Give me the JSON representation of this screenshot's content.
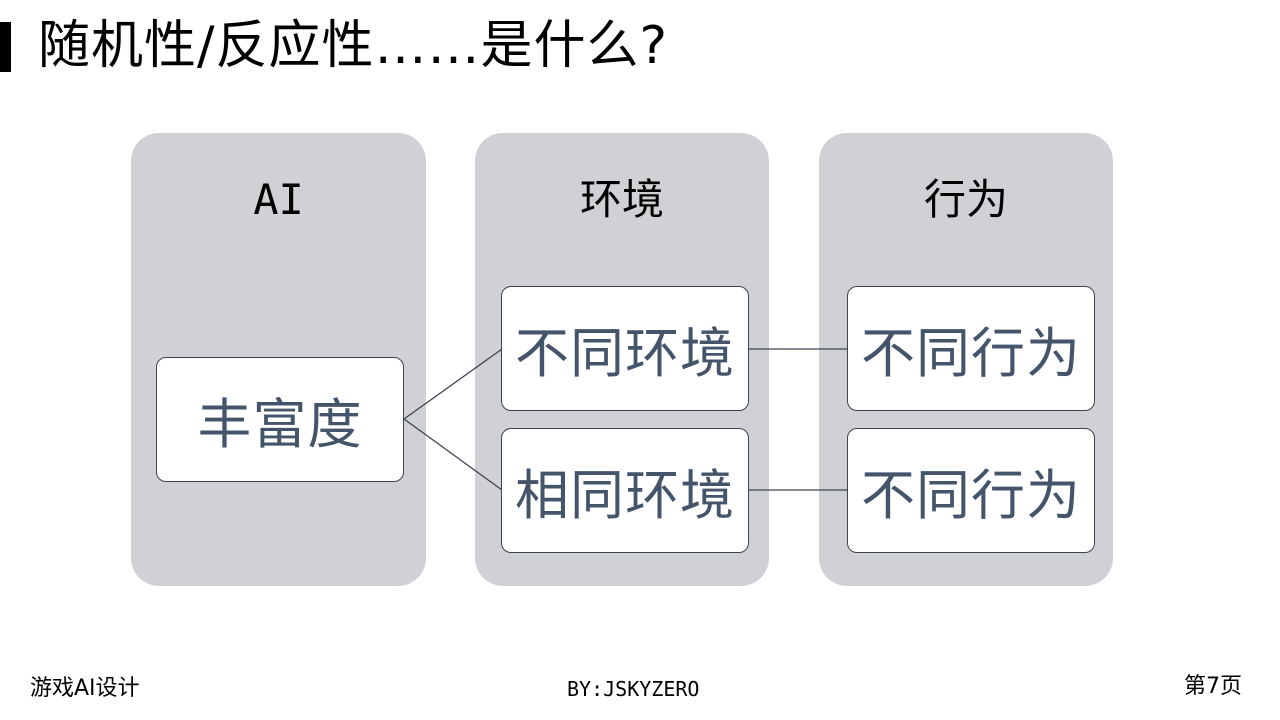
{
  "slide": {
    "title": "随机性/反应性……是什么?",
    "columns": [
      {
        "heading": "AI"
      },
      {
        "heading": "环境"
      },
      {
        "heading": "行为"
      }
    ],
    "nodes": {
      "source": "丰富度",
      "env_different": "不同环境",
      "env_same": "相同环境",
      "behavior_top": "不同行为",
      "behavior_bottom": "不同行为"
    },
    "footer": {
      "left": "游戏AI设计",
      "center": "BY:JSKYZERO",
      "right": "第7页"
    }
  },
  "colors": {
    "panel": "#d0d1d5",
    "node_text": "#44546a",
    "node_border": "#3d4350"
  }
}
